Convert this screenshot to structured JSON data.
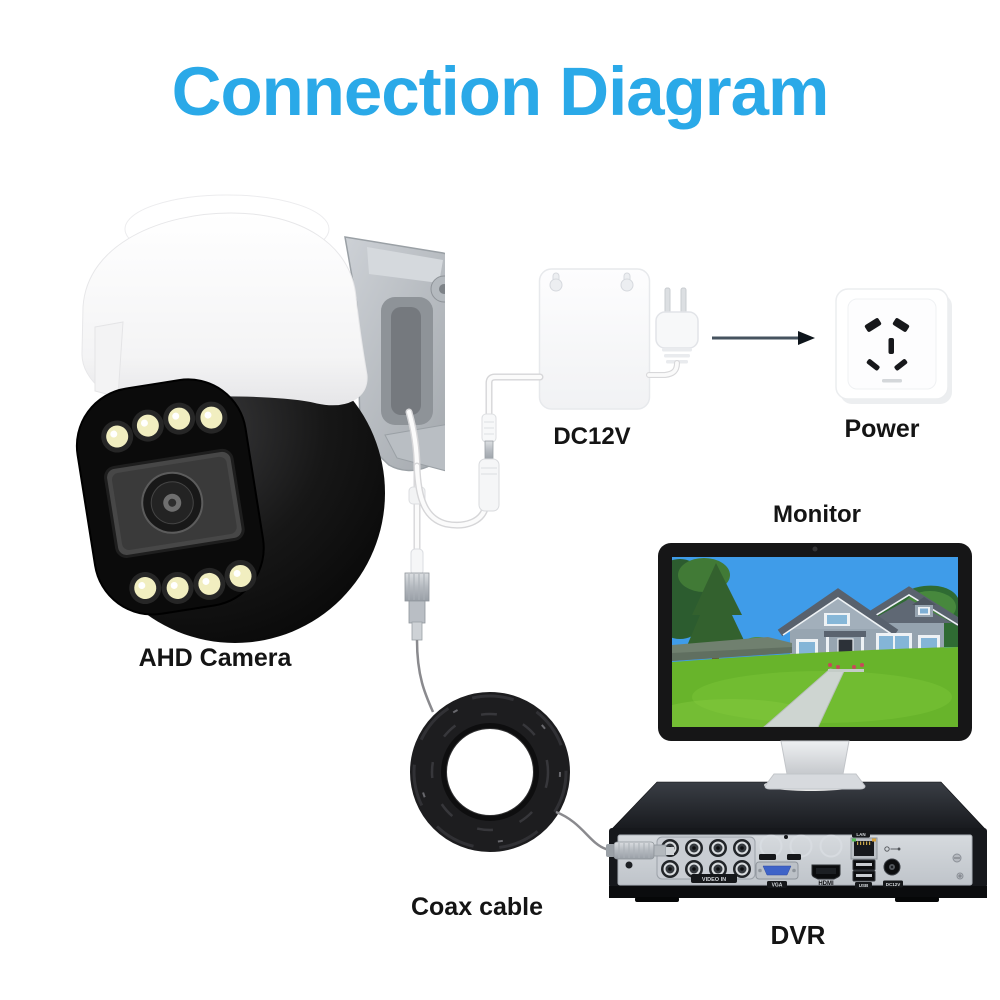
{
  "title": "Connection Diagram",
  "labels": {
    "camera": "AHD Camera",
    "adapter": "DC12V",
    "outlet": "Power",
    "monitor": "Monitor",
    "coax": "Coax cable",
    "dvr": "DVR"
  },
  "dvr_ports": {
    "video_in": "VIDEO IN",
    "vga": "VGA",
    "hdmi": "HDMI",
    "lan": "LAN",
    "usb": "USB",
    "dc": "DC12V"
  },
  "colors": {
    "title_blue": "#2aa9e8",
    "label_black": "#141414",
    "arrow": "#46535f",
    "screen_sky": "#3f9ce9",
    "screen_grass": "#68b42b",
    "camera_head": "#141414",
    "dvr_panel": "#c9cdd3"
  }
}
